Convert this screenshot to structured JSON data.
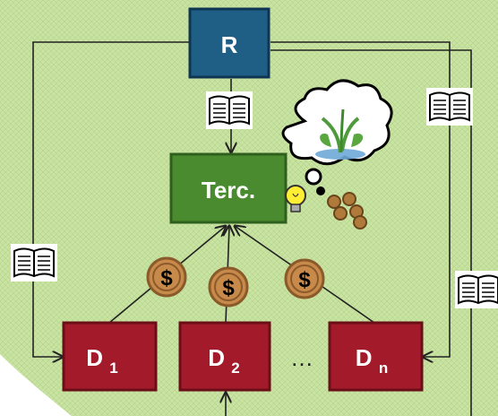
{
  "diagram": {
    "colors": {
      "background": "#c9e3a3",
      "root_fill": "#1f5f86",
      "root_stroke": "#0f3552",
      "center_fill": "#4b8b2f",
      "center_stroke": "#2f5f1c",
      "leaf_fill": "#a31b2a",
      "leaf_stroke": "#6a0f17",
      "edge": "#222222",
      "coin_fill": "#c88a4a",
      "coin_ring": "#8b5a2b"
    },
    "nodes": {
      "root": {
        "label": "R"
      },
      "center": {
        "label": "Terc."
      },
      "d1": {
        "label": "D",
        "sub": "1"
      },
      "d2": {
        "label": "D",
        "sub": "2"
      },
      "dn": {
        "label": "D",
        "sub": "n"
      }
    },
    "ellipsis": "…",
    "coin_symbol": "$",
    "icons": [
      "book-icon",
      "thought-bubble-icon",
      "plant-icon",
      "lightbulb-icon",
      "seeds-icon",
      "coin-icon"
    ]
  }
}
